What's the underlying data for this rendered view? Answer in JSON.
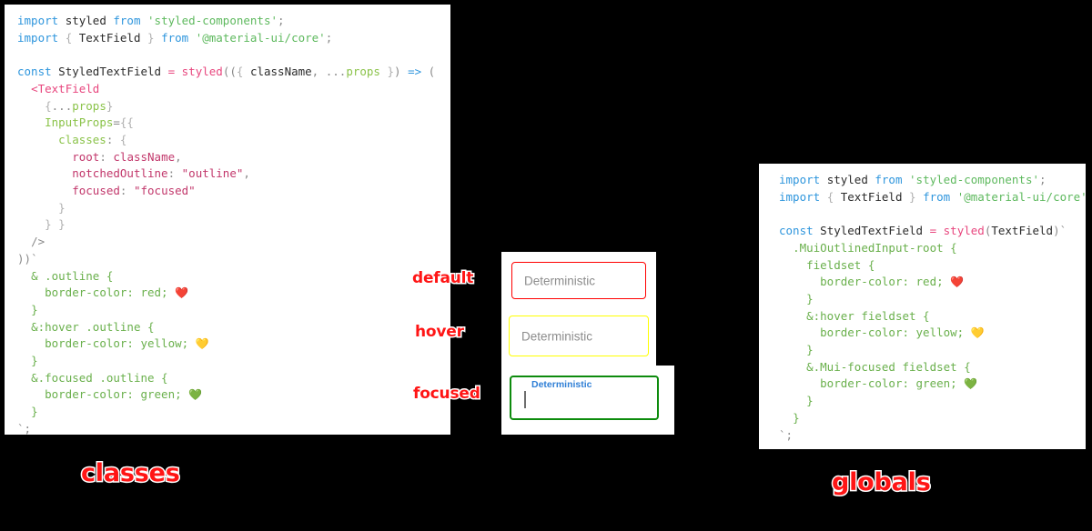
{
  "panels": {
    "classes": {
      "title": "classes",
      "lines": [
        [
          {
            "t": "import",
            "c": "kw"
          },
          {
            "t": " ",
            "c": "pln"
          },
          {
            "t": "styled",
            "c": "pln"
          },
          {
            "t": " ",
            "c": "pln"
          },
          {
            "t": "from",
            "c": "kw"
          },
          {
            "t": " ",
            "c": "pln"
          },
          {
            "t": "'styled-components'",
            "c": "str"
          },
          {
            "t": ";",
            "c": "pun2"
          }
        ],
        [
          {
            "t": "import",
            "c": "kw"
          },
          {
            "t": " ",
            "c": "pln"
          },
          {
            "t": "{",
            "c": "pun"
          },
          {
            "t": " ",
            "c": "pln"
          },
          {
            "t": "TextField",
            "c": "pln"
          },
          {
            "t": " ",
            "c": "pln"
          },
          {
            "t": "}",
            "c": "pun"
          },
          {
            "t": " ",
            "c": "pln"
          },
          {
            "t": "from",
            "c": "kw"
          },
          {
            "t": " ",
            "c": "pln"
          },
          {
            "t": "'@material-ui/core'",
            "c": "str"
          },
          {
            "t": ";",
            "c": "pun2"
          }
        ],
        [],
        [
          {
            "t": "const",
            "c": "kw"
          },
          {
            "t": " ",
            "c": "pln"
          },
          {
            "t": "StyledTextField",
            "c": "pln"
          },
          {
            "t": " ",
            "c": "pln"
          },
          {
            "t": "=",
            "c": "pnk"
          },
          {
            "t": " ",
            "c": "pln"
          },
          {
            "t": "styled",
            "c": "pnk"
          },
          {
            "t": "((",
            "c": "pun2"
          },
          {
            "t": "{",
            "c": "pun"
          },
          {
            "t": " ",
            "c": "pln"
          },
          {
            "t": "className",
            "c": "pln"
          },
          {
            "t": ",",
            "c": "pun2"
          },
          {
            "t": " ",
            "c": "pln"
          },
          {
            "t": "...",
            "c": "pun2"
          },
          {
            "t": "props",
            "c": "prop"
          },
          {
            "t": " ",
            "c": "pln"
          },
          {
            "t": "}",
            "c": "pun"
          },
          {
            "t": ")",
            "c": "pun2"
          },
          {
            "t": " ",
            "c": "pln"
          },
          {
            "t": "=>",
            "c": "arr"
          },
          {
            "t": " ",
            "c": "pln"
          },
          {
            "t": "(",
            "c": "pun2"
          }
        ],
        [
          {
            "t": "  ",
            "c": "pln"
          },
          {
            "t": "<TextField",
            "c": "pnk"
          }
        ],
        [
          {
            "t": "    ",
            "c": "pln"
          },
          {
            "t": "{",
            "c": "pun"
          },
          {
            "t": "...",
            "c": "pun2"
          },
          {
            "t": "props",
            "c": "prop"
          },
          {
            "t": "}",
            "c": "pun"
          }
        ],
        [
          {
            "t": "    ",
            "c": "pln"
          },
          {
            "t": "InputProps",
            "c": "prop"
          },
          {
            "t": "=",
            "c": "pun2"
          },
          {
            "t": "{{",
            "c": "pun"
          }
        ],
        [
          {
            "t": "      ",
            "c": "pln"
          },
          {
            "t": "classes",
            "c": "prop"
          },
          {
            "t": ":",
            "c": "pun2"
          },
          {
            "t": " ",
            "c": "pln"
          },
          {
            "t": "{",
            "c": "pun"
          }
        ],
        [
          {
            "t": "        ",
            "c": "pln"
          },
          {
            "t": "root",
            "c": "red"
          },
          {
            "t": ":",
            "c": "pun2"
          },
          {
            "t": " ",
            "c": "pln"
          },
          {
            "t": "className",
            "c": "red"
          },
          {
            "t": ",",
            "c": "pun2"
          }
        ],
        [
          {
            "t": "        ",
            "c": "pln"
          },
          {
            "t": "notchedOutline",
            "c": "red"
          },
          {
            "t": ":",
            "c": "pun2"
          },
          {
            "t": " ",
            "c": "pln"
          },
          {
            "t": "\"outline\"",
            "c": "red"
          },
          {
            "t": ",",
            "c": "pun2"
          }
        ],
        [
          {
            "t": "        ",
            "c": "pln"
          },
          {
            "t": "focused",
            "c": "red"
          },
          {
            "t": ":",
            "c": "pun2"
          },
          {
            "t": " ",
            "c": "pln"
          },
          {
            "t": "\"focused\"",
            "c": "red"
          }
        ],
        [
          {
            "t": "      ",
            "c": "pln"
          },
          {
            "t": "}",
            "c": "pun"
          }
        ],
        [
          {
            "t": "    ",
            "c": "pln"
          },
          {
            "t": "}",
            "c": "pun"
          },
          {
            "t": " ",
            "c": "pln"
          },
          {
            "t": "}",
            "c": "pun"
          }
        ],
        [
          {
            "t": "  ",
            "c": "pln"
          },
          {
            "t": "/>",
            "c": "pun2"
          }
        ],
        [
          {
            "t": "))",
            "c": "pun2"
          },
          {
            "t": "`",
            "c": "pun2"
          }
        ],
        [
          {
            "t": "  ",
            "c": "pln"
          },
          {
            "t": "& .outline {",
            "c": "grn"
          }
        ],
        [
          {
            "t": "    ",
            "c": "pln"
          },
          {
            "t": "border-color: red;",
            "c": "grn"
          },
          {
            "t": " ",
            "c": "pln"
          },
          {
            "t": "❤️",
            "c": "emoji"
          }
        ],
        [
          {
            "t": "  ",
            "c": "pln"
          },
          {
            "t": "}",
            "c": "grn"
          }
        ],
        [
          {
            "t": "  ",
            "c": "pln"
          },
          {
            "t": "&:hover .outline {",
            "c": "grn"
          }
        ],
        [
          {
            "t": "    ",
            "c": "pln"
          },
          {
            "t": "border-color: yellow;",
            "c": "grn"
          },
          {
            "t": " ",
            "c": "pln"
          },
          {
            "t": "💛",
            "c": "emoji"
          }
        ],
        [
          {
            "t": "  ",
            "c": "pln"
          },
          {
            "t": "}",
            "c": "grn"
          }
        ],
        [
          {
            "t": "  ",
            "c": "pln"
          },
          {
            "t": "&.focused .outline {",
            "c": "grn"
          }
        ],
        [
          {
            "t": "    ",
            "c": "pln"
          },
          {
            "t": "border-color: green;",
            "c": "grn"
          },
          {
            "t": " ",
            "c": "pln"
          },
          {
            "t": "💚",
            "c": "emoji"
          }
        ],
        [
          {
            "t": "  ",
            "c": "pln"
          },
          {
            "t": "}",
            "c": "grn"
          }
        ],
        [
          {
            "t": "`",
            "c": "pun2"
          },
          {
            "t": ";",
            "c": "pun2"
          }
        ]
      ]
    },
    "globals": {
      "title": "globals",
      "lines": [
        [
          {
            "t": "import",
            "c": "kw"
          },
          {
            "t": " ",
            "c": "pln"
          },
          {
            "t": "styled",
            "c": "pln"
          },
          {
            "t": " ",
            "c": "pln"
          },
          {
            "t": "from",
            "c": "kw"
          },
          {
            "t": " ",
            "c": "pln"
          },
          {
            "t": "'styled-components'",
            "c": "str"
          },
          {
            "t": ";",
            "c": "pun2"
          }
        ],
        [
          {
            "t": "import",
            "c": "kw"
          },
          {
            "t": " ",
            "c": "pln"
          },
          {
            "t": "{",
            "c": "pun"
          },
          {
            "t": " ",
            "c": "pln"
          },
          {
            "t": "TextField",
            "c": "pln"
          },
          {
            "t": " ",
            "c": "pln"
          },
          {
            "t": "}",
            "c": "pun"
          },
          {
            "t": " ",
            "c": "pln"
          },
          {
            "t": "from",
            "c": "kw"
          },
          {
            "t": " ",
            "c": "pln"
          },
          {
            "t": "'@material-ui/core'",
            "c": "str"
          },
          {
            "t": ";",
            "c": "pun2"
          }
        ],
        [],
        [
          {
            "t": "const",
            "c": "kw"
          },
          {
            "t": " ",
            "c": "pln"
          },
          {
            "t": "StyledTextField",
            "c": "pln"
          },
          {
            "t": " ",
            "c": "pln"
          },
          {
            "t": "=",
            "c": "pnk"
          },
          {
            "t": " ",
            "c": "pln"
          },
          {
            "t": "styled",
            "c": "pnk"
          },
          {
            "t": "(",
            "c": "pun2"
          },
          {
            "t": "TextField",
            "c": "pln"
          },
          {
            "t": ")",
            "c": "pun2"
          },
          {
            "t": "`",
            "c": "pun2"
          }
        ],
        [
          {
            "t": "  ",
            "c": "pln"
          },
          {
            "t": ".MuiOutlinedInput-root {",
            "c": "grn"
          }
        ],
        [
          {
            "t": "    ",
            "c": "pln"
          },
          {
            "t": "fieldset {",
            "c": "grn"
          }
        ],
        [
          {
            "t": "      ",
            "c": "pln"
          },
          {
            "t": "border-color: red;",
            "c": "grn"
          },
          {
            "t": " ",
            "c": "pln"
          },
          {
            "t": "❤️",
            "c": "emoji"
          }
        ],
        [
          {
            "t": "    ",
            "c": "pln"
          },
          {
            "t": "}",
            "c": "grn"
          }
        ],
        [
          {
            "t": "    ",
            "c": "pln"
          },
          {
            "t": "&:hover fieldset {",
            "c": "grn"
          }
        ],
        [
          {
            "t": "      ",
            "c": "pln"
          },
          {
            "t": "border-color: yellow;",
            "c": "grn"
          },
          {
            "t": " ",
            "c": "pln"
          },
          {
            "t": "💛",
            "c": "emoji"
          }
        ],
        [
          {
            "t": "    ",
            "c": "pln"
          },
          {
            "t": "}",
            "c": "grn"
          }
        ],
        [
          {
            "t": "    ",
            "c": "pln"
          },
          {
            "t": "&.Mui-focused fieldset {",
            "c": "grn"
          }
        ],
        [
          {
            "t": "      ",
            "c": "pln"
          },
          {
            "t": "border-color: green;",
            "c": "grn"
          },
          {
            "t": " ",
            "c": "pln"
          },
          {
            "t": "💚",
            "c": "emoji"
          }
        ],
        [
          {
            "t": "    ",
            "c": "pln"
          },
          {
            "t": "}",
            "c": "grn"
          }
        ],
        [
          {
            "t": "  ",
            "c": "pln"
          },
          {
            "t": "}",
            "c": "grn"
          }
        ],
        [
          {
            "t": "`",
            "c": "pun2"
          },
          {
            "t": ";",
            "c": "pun2"
          }
        ]
      ]
    }
  },
  "demo": {
    "states": [
      {
        "name": "default",
        "label": "Deterministic",
        "border_color": "#ff0000"
      },
      {
        "name": "hover",
        "label": "Deterministic",
        "border_color": "#ffff00"
      },
      {
        "name": "focused",
        "label": "Deterministic",
        "border_color": "#0d8b0d",
        "label_color": "#2f7fd6",
        "value": ""
      }
    ]
  },
  "tags": {
    "default": "default",
    "hover": "hover",
    "focused": "focused",
    "classes": "classes",
    "globals": "globals"
  },
  "colors": {
    "background": "#000000",
    "panel": "#ffffff",
    "tag_red": "#ff1515",
    "keyword_blue": "#2f96dd",
    "string_green": "#5eb95e",
    "pink": "#e8467e",
    "css_green": "#6ab04c"
  }
}
